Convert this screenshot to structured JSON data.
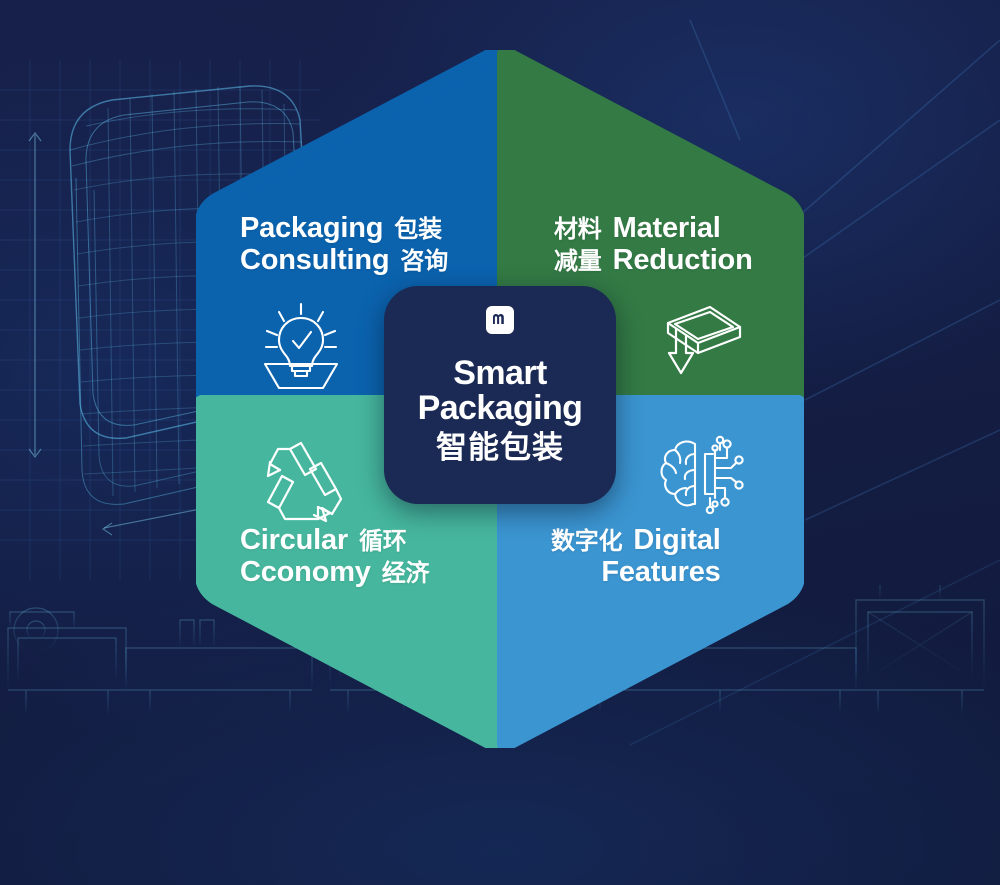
{
  "graphic": {
    "type": "hexagon-quadrant-wheel",
    "background_color": "#141e46",
    "center": {
      "logo_icon": "multivac-m-logo-icon",
      "title_line1": "Smart",
      "title_line2": "Packaging",
      "title_cn": "智能包装",
      "card_color": "#1b2a54"
    },
    "quadrants": [
      {
        "id": "packaging-consulting",
        "position": "top-left",
        "color": "#0b63ae",
        "label_en_line1": "Packaging",
        "label_en_line2": "Consulting",
        "label_cn_line1": "包装",
        "label_cn_line2": "咨询",
        "icon": "lightbulb-check-tray-icon"
      },
      {
        "id": "material-reduction",
        "position": "top-right",
        "color": "#337a45",
        "label_en_line1": "Material",
        "label_en_line2": "Reduction",
        "label_cn_line1": "材料",
        "label_cn_line2": "减量",
        "icon": "tray-down-arrow-icon"
      },
      {
        "id": "circular-economy",
        "position": "bottom-left",
        "color": "#46b79e",
        "label_en_line1": "Circular",
        "label_en_line2": "Cconomy",
        "label_cn_line1": "循环",
        "label_cn_line2": "经济",
        "icon": "recycling-arrows-icon"
      },
      {
        "id": "digital-features",
        "position": "bottom-right",
        "color": "#3b95d1",
        "label_en_line1": "Digital",
        "label_en_line2": "Features",
        "label_cn_line1": "数字化",
        "label_cn_line2": "",
        "icon": "brain-circuit-icon"
      }
    ],
    "background_elements": [
      {
        "name": "wireframe-tray-mesh",
        "position": "left"
      },
      {
        "name": "dimension-arrow-vertical",
        "position": "left"
      },
      {
        "name": "dimension-arrow-horizontal",
        "position": "lower-left"
      },
      {
        "name": "packaging-machine-line-silhouette",
        "position": "bottom"
      },
      {
        "name": "grid-lines",
        "position": "upper-left"
      }
    ]
  }
}
